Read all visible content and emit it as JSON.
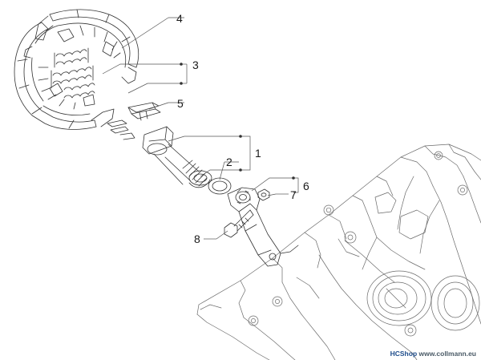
{
  "diagram": {
    "callouts": [
      {
        "id": "1",
        "label": "1"
      },
      {
        "id": "2",
        "label": "2"
      },
      {
        "id": "3",
        "label": "3"
      },
      {
        "id": "4",
        "label": "4"
      },
      {
        "id": "5",
        "label": "5"
      },
      {
        "id": "6",
        "label": "6"
      },
      {
        "id": "7",
        "label": "7"
      },
      {
        "id": "8",
        "label": "8"
      }
    ]
  },
  "watermark": {
    "brand": "HCShop",
    "url": "www.collmann.eu"
  },
  "colors": {
    "line": "#333333",
    "leader": "#555555"
  }
}
